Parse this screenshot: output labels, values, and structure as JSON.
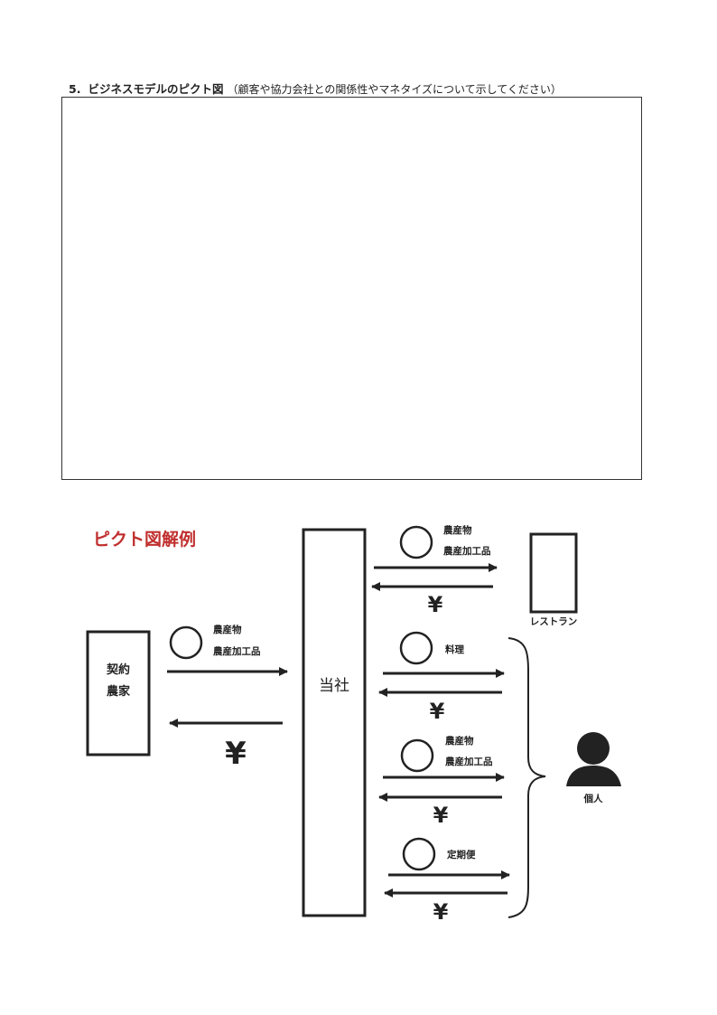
{
  "section": {
    "number": "5.",
    "title": "ビジネスモデルのピクト図",
    "note": "（顧客や協力会社との関係性やマネタイズについて示してください）"
  },
  "example_title": "ピクト図解例",
  "nodes": {
    "farmer": [
      "契約",
      "農家"
    ],
    "company": "当社",
    "restaurant": "レストラン",
    "individual": "個人"
  },
  "flows": {
    "farmer_goods": [
      "農産物",
      "農産加工品"
    ],
    "restaurant_goods": [
      "農産物",
      "農産加工品"
    ],
    "cooking": "料理",
    "individual_goods": [
      "農産物",
      "農産加工品"
    ],
    "subscription": "定期便"
  },
  "currency_symbol": "¥"
}
